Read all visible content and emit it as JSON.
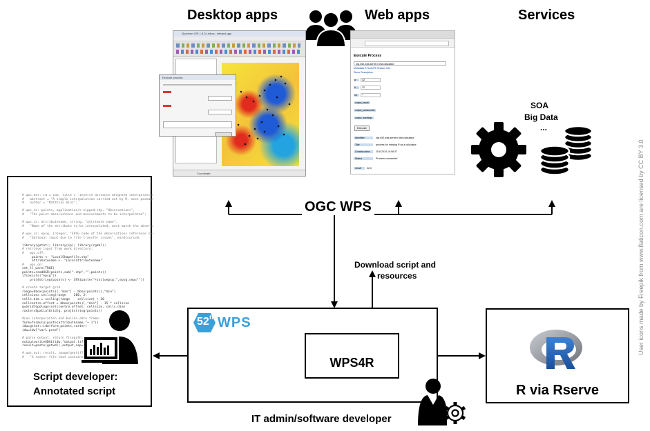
{
  "headings": {
    "desktop_apps": "Desktop apps",
    "web_apps": "Web apps",
    "services": "Services"
  },
  "services_list": [
    "SOA",
    "Big Data",
    "..."
  ],
  "ogc_wps_label": "OGC WPS",
  "download_label_lines": [
    "Download script and",
    "resources"
  ],
  "wps_box": {
    "logo_prefix": "52",
    "logo_sup": "n",
    "logo_suffix": "WPS"
  },
  "wps4r_label": "WPS4R",
  "r_box_label": "R via Rserve",
  "r_logo_letter": "R",
  "script_box_lines": [
    "Script developer:",
    "Annotated script"
  ],
  "it_admin_label": "IT admin/software developer",
  "attribution": "User icons made by Freepik from www.flaticon.com are licensed by CC BY 3.0",
  "script_code": [
    "# wps.des: id = idw, title = \"Inverse distance weighted interpolation\"",
    "#   abstract = \"A simple interpolation carried out by R, uses package gstat\",",
    "#   author = \"Matthias Hinz\";",
    "",
    "# wps.in: points, application/x-zipped-shp, \"Observations\",",
    "#   \"The point observations and measurements to be interpolated\";",
    "",
    "# wps.in: attributename, string, \"attribute name\",",
    "#   \"Name of the attribute to be interpolated, must match the observations\";",
    "",
    "# wps.in: epsg, integer, \"EPSG code of the observations reference system\",",
    "#   \"Optional input due to file transfer issues\", minOccurs=0;",
    "",
    "library(gstat); library(sp); library(rgdal);",
    "# retrieve input from work directory:",
    "#   wps.off;",
    "     points <- \"LocalShapefile.shp\"",
    "     attributename <- \"Localattributename\"",
    "#   wps.on;",
    "set_ll_warn(TRUE)",
    "points=readOGR(points,sub(\".shp\",\"\",points))",
    "if(exists(\"epsg\"))",
    "    proj4string(points) <- CRS(paste(\"+init=epsg:\",epsg,sep=\"\"))",
    "",
    "# create target grid",
    "range=bbox(points)[,\"max\"] - bbox(points)[,\"min\"]",
    "cellsize= ceiling(range    200, 2)",
    "cells.dim = ceiling(range    cellsize) + 30",
    "cellcentre.offset = bbox(points)[,\"min\"] - 15 * cellsize",
    "g=GridTopology(cellcentre.offset, cellsize, cells.dim)",
    "raster=SpatialGrid(g, proj4string(points))",
    "",
    "#run interpolation and builds data frame:",
    "form=formula(paste(attributename,\"~ 1\"))",
    "idw=gstat::idw(form,points,raster)",
    "idw=idw[\"var1.pred\"]",
    "",
    "# parse output, return filepath:",
    "output=writeGDAL(idw,\"output.tiff\", drivername=\"GTiff\")",
    "result=paste(getwd(),output,sep=\"/\")",
    "",
    "# wps.out: result, image/geotiff, \"interpolated raster\",",
    "#   \"A raster file that contains the interpolated values\";"
  ],
  "web_app_panel": {
    "title": "Execute Process",
    "select_value": "org.n52.wps.server.r.test.calculator",
    "meta_line": "Metadata R Script  R Session Info",
    "show_description": "Show Description",
    "inputs": [
      {
        "label": "a",
        "value": "42"
      },
      {
        "label": "b",
        "value": "12"
      },
      {
        "label": "op",
        "value": "+"
      }
    ],
    "outputs": [
      "output_result",
      "output_sessionInfo",
      "output_warnings"
    ],
    "execute_button": "Execute",
    "results": [
      {
        "k": "Identifier",
        "v": "org.n52.wps.server.r.test.calculator"
      },
      {
        "k": "Title",
        "v": "process for missing R as a calculator"
      },
      {
        "k": "Creation time",
        "v": "25.6.2014 10:08:37"
      },
      {
        "k": "Status",
        "v": "Process succeeded"
      }
    ],
    "result_value_key": "result",
    "result_value": "32.0"
  },
  "desktop_panel": {
    "window_title": "Quantum GIS 1.8.0-Lisboa - interpol.qgs",
    "status_coord": "Coordinate",
    "dialog_title": "Execute process"
  },
  "colors": {
    "line": "#000000",
    "wps_logo_blue": "#3aa0d8",
    "r_logo_grey": "#8b8f96",
    "r_logo_blue": "#2266b8",
    "map_yellow": "#f6e53a",
    "map_red": "#e12b1e",
    "map_blue": "#1f5bd6"
  },
  "icons": [
    "people-group-icon",
    "gear-icon",
    "database-icon",
    "developer-at-screen-icon",
    "admin-with-gear-icon",
    "r-logo-icon",
    "52n-wps-logo"
  ]
}
